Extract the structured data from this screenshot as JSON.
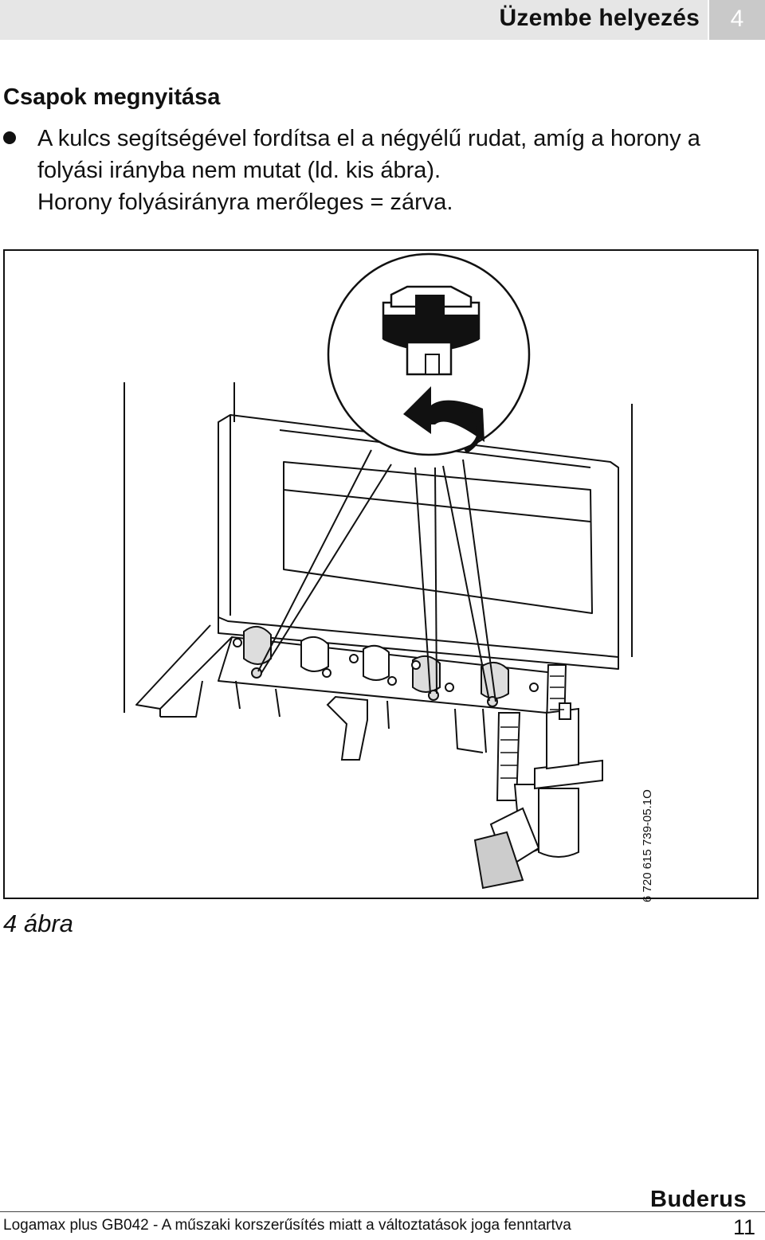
{
  "header": {
    "title": "Üzembe helyezés",
    "chapter_number": "4"
  },
  "section": {
    "heading": "Csapok megnyitása",
    "bullet_line_1": "A kulcs segítségével fordítsa el a négyélű rudat, amíg a horony a",
    "bullet_line_2": "folyási irányba nem mutat (ld. kis ábra).",
    "bullet_line_3": "Horony folyásirányra merőleges = zárva."
  },
  "figure": {
    "code": "6 720 615 739-05.1O",
    "caption": "4 ábra",
    "icons": [
      "valve-key-detail",
      "rotation-arrow-icon",
      "boiler-illustration",
      "flue-pipe"
    ]
  },
  "footer": {
    "brand": "Buderus",
    "text": "Logamax plus GB042 - A műszaki korszerűsítés miatt a változtatások joga fenntartva",
    "page": "11"
  }
}
